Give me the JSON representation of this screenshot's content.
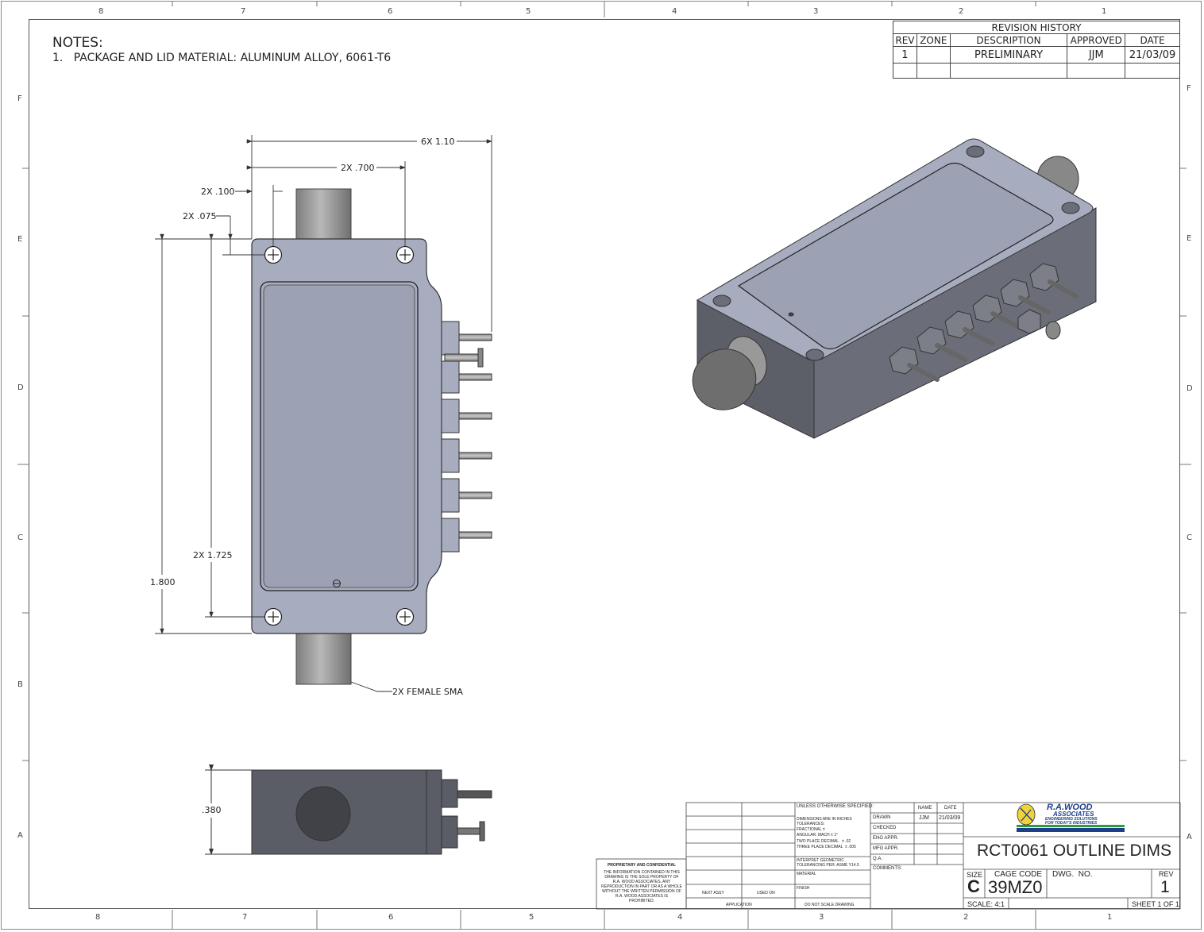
{
  "zones": {
    "columns": [
      "8",
      "7",
      "6",
      "5",
      "4",
      "3",
      "2",
      "1"
    ],
    "rows": [
      "F",
      "E",
      "D",
      "C",
      "B",
      "A"
    ]
  },
  "notes": {
    "heading": "NOTES:",
    "items": [
      "1.   PACKAGE AND LID MATERIAL: ALUMINUM ALLOY, 6061-T6"
    ]
  },
  "revision_history": {
    "title": "REVISION HISTORY",
    "headers": [
      "REV",
      "ZONE",
      "DESCRIPTION",
      "APPROVED",
      "DATE"
    ],
    "rows": [
      [
        "1",
        "",
        "PRELIMINARY",
        "JJM",
        "21/03/09"
      ],
      [
        "",
        "",
        "",
        "",
        ""
      ]
    ]
  },
  "dimensions": {
    "d_6x110": "6X 1.10",
    "d_2x700": "2X .700",
    "d_2x100": "2X .100",
    "d_2x075": "2X .075",
    "d_2x1725": "2X 1.725",
    "d_1800": "1.800",
    "d_380": ".380",
    "callout_sma": "2X FEMALE SMA"
  },
  "title_block": {
    "unless": "UNLESS OTHERWISE SPECIFIED:",
    "name_h": "NAME",
    "date_h": "DATE",
    "dims_in": "DIMENSIONS ARE IN INCHES",
    "tolerances": "TOLERANCES:",
    "fractional": "FRACTIONAL ±",
    "angular": "ANGULAR: MACH ± 1°",
    "two_place": "TWO PLACE DECIMAL   ± .02",
    "three_place": "THREE PLACE DECIMAL  ± .005",
    "drawn": "DRAWN",
    "drawn_name": "JJM",
    "drawn_date": "21/03/09",
    "checked": "CHECKED",
    "eng_appr": "ENG APPR.",
    "mfg_appr": "MFG APPR.",
    "qa": "Q.A.",
    "comments": "COMMENTS:",
    "interpret1": "INTERPRET GEOMETRIC",
    "interpret2": "TOLERANCING PER: ASME Y14.5",
    "material": "MATERIAL",
    "finish": "FINISH",
    "next_assy": "NEXT ASSY",
    "used_on": "USED ON",
    "application": "APPLICATION",
    "do_not_scale": "DO NOT SCALE DRAWING",
    "prop_title": "PROPRIETARY AND CONFIDENTIAL",
    "prop_lines": [
      "THE INFORMATION CONTAINED IN THIS",
      "DRAWING IS THE SOLE PROPERTY OF",
      "R.A. WOOD ASSOCIATES.  ANY",
      "REPRODUCTION IN PART OR AS A WHOLE",
      "WITHOUT THE WRITTEN PERMISSION OF",
      "R.A. WOOD ASSOCIATES IS",
      "PROHIBITED."
    ],
    "logo_line1": "R.A.WOOD",
    "logo_line2": "ASSOCIATES",
    "logo_line3": "ENGINEERING SOLUTIONS",
    "logo_line4": "FOR TODAY'S INDUSTRIES",
    "drawing_title": "RCT0061 OUTLINE DIMS",
    "size_label": "SIZE",
    "size": "C",
    "cage_label": "CAGE CODE",
    "cage": "39MZ0",
    "dwg_label": "DWG.  NO.",
    "rev_label": "REV",
    "rev": "1",
    "scale": "SCALE: 4:1",
    "sheet": "SHEET 1 OF 1"
  },
  "colors": {
    "body": "#a7acbf",
    "lid": "#9ca1b4",
    "dark_side": "#5a5d66",
    "connector": "#9a9a9a",
    "line": "#333333"
  }
}
